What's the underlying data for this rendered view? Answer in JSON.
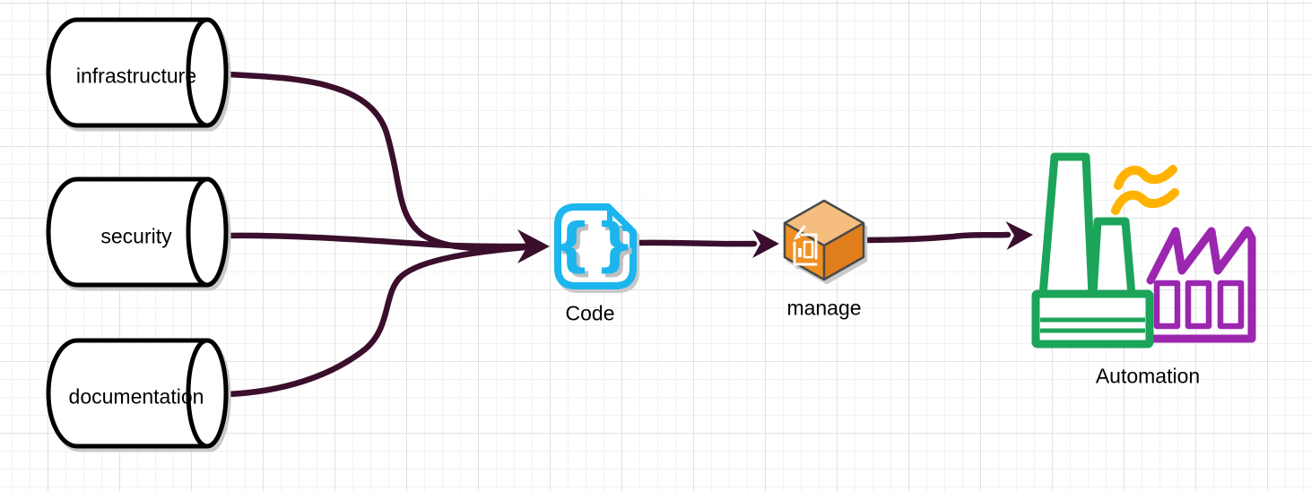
{
  "diagram": {
    "sources": [
      {
        "label": "infrastructure",
        "shape": "cylinder"
      },
      {
        "label": "security",
        "shape": "cylinder"
      },
      {
        "label": "documentation",
        "shape": "cylinder"
      }
    ],
    "process_nodes": [
      {
        "label": "Code",
        "icon": "code-file-icon"
      },
      {
        "label": "manage",
        "icon": "aws-cube-icon"
      },
      {
        "label": "Automation",
        "icon": "factory-icon"
      }
    ],
    "edges": [
      {
        "from": "infrastructure",
        "to": "Code"
      },
      {
        "from": "security",
        "to": "Code"
      },
      {
        "from": "documentation",
        "to": "Code"
      },
      {
        "from": "Code",
        "to": "manage"
      },
      {
        "from": "manage",
        "to": "Automation"
      }
    ],
    "glyphs": {
      "code_braces": "{}"
    },
    "colors": {
      "connector": "#3A0E2C",
      "code_cyan": "#1CB5EE",
      "cube_top": "#F6BE7E",
      "cube_left": "#EF9023",
      "cube_right": "#DF7E1B",
      "factory_green": "#1CA45A",
      "factory_purple": "#9B26AF",
      "smoke_yellow": "#FFB300",
      "shape_outline": "#000000",
      "shadow": "#C9C9C9",
      "grid_minor": "#F2F2F2",
      "grid_major": "#E1E1E1"
    }
  }
}
